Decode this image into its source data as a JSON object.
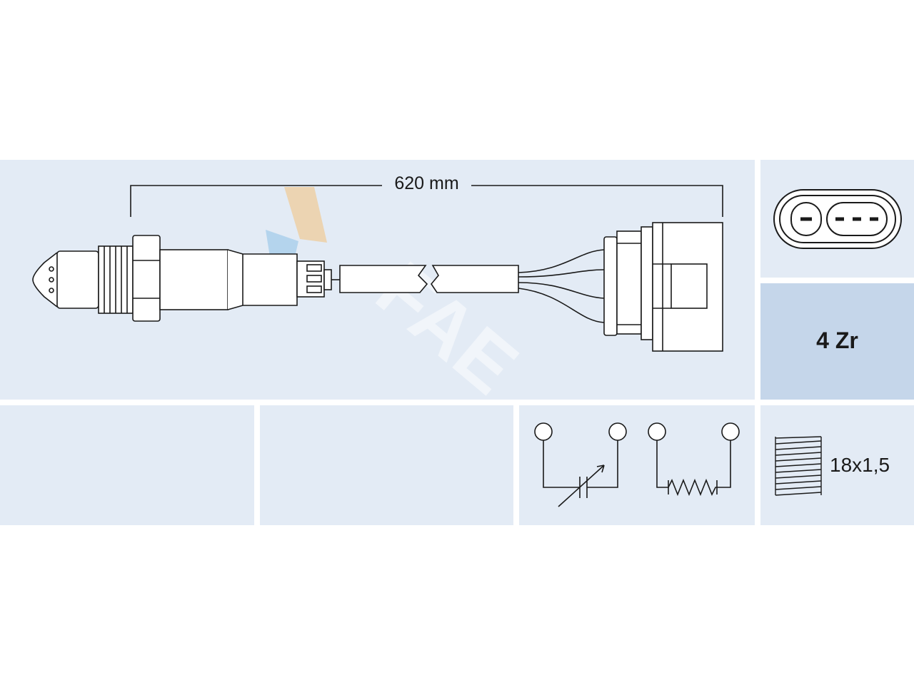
{
  "diagram": {
    "length": "620 mm",
    "sensor_type": "4 Zr",
    "thread": "18x1,5",
    "watermark": "FAE"
  },
  "colors": {
    "panel": "#e3ebf5",
    "panel_highlight": "#c5d6ea",
    "line": "#1a1a1a",
    "logo_orange": "#f4c27a",
    "logo_blue": "#8fc1e6"
  },
  "icons": [
    "connector-face-icon",
    "variable-resistor-icon",
    "heater-resistor-icon",
    "thread-icon"
  ]
}
